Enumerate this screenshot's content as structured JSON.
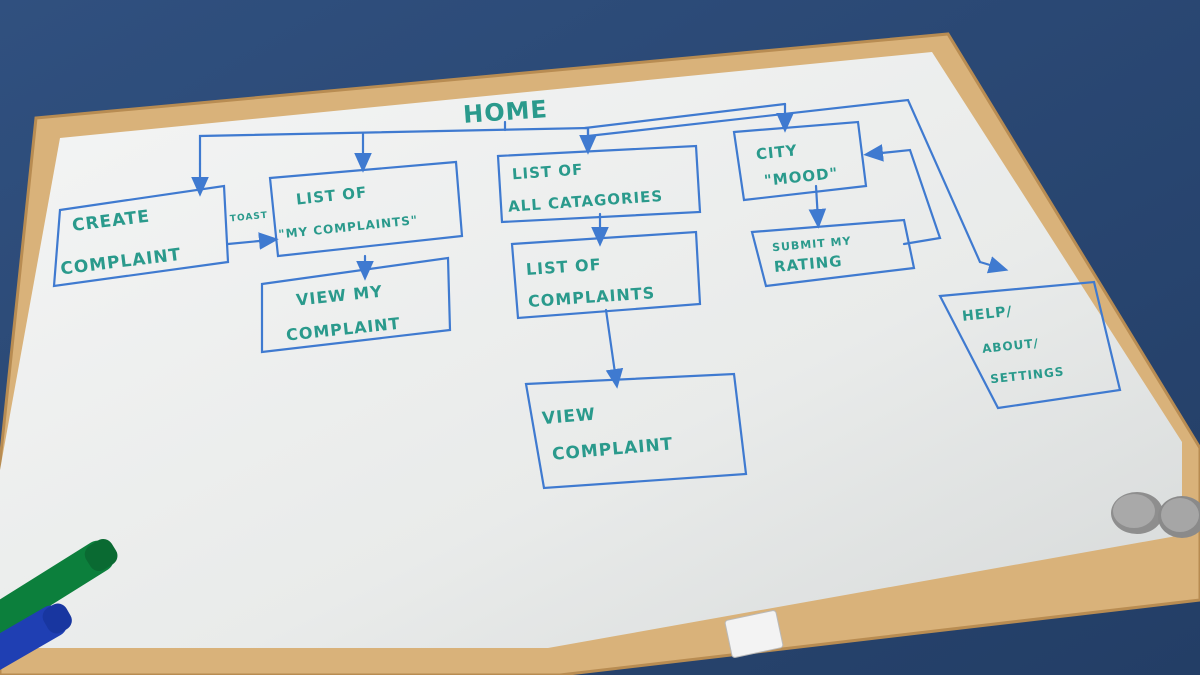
{
  "board": {
    "colors": {
      "backdrop": "#2c4a78",
      "frame": "#d9b27a",
      "board": "#eceeee",
      "ink_lines": "#3f7ad0",
      "ink_text": "#2a9a8c"
    },
    "title": "HOME",
    "nodes": {
      "create_complaint": [
        "CREATE",
        "COMPLAINT"
      ],
      "toast_label": "TOAST",
      "my_complaints": [
        "LIST OF",
        "\"MY COMPLAINTS\""
      ],
      "view_my_complaint": [
        "VIEW MY",
        "COMPLAINT"
      ],
      "all_categories": [
        "LIST OF",
        "ALL CATAGORIES"
      ],
      "list_complaints": [
        "LIST OF",
        "COMPLAINTS"
      ],
      "view_complaint": [
        "VIEW",
        "COMPLAINT"
      ],
      "city_mood": [
        "CITY",
        "\"MOOD\""
      ],
      "submit_rating": [
        "SUBMIT MY",
        "RATING"
      ],
      "help": [
        "HELP/",
        "ABOUT/",
        "SETTINGS"
      ]
    }
  }
}
